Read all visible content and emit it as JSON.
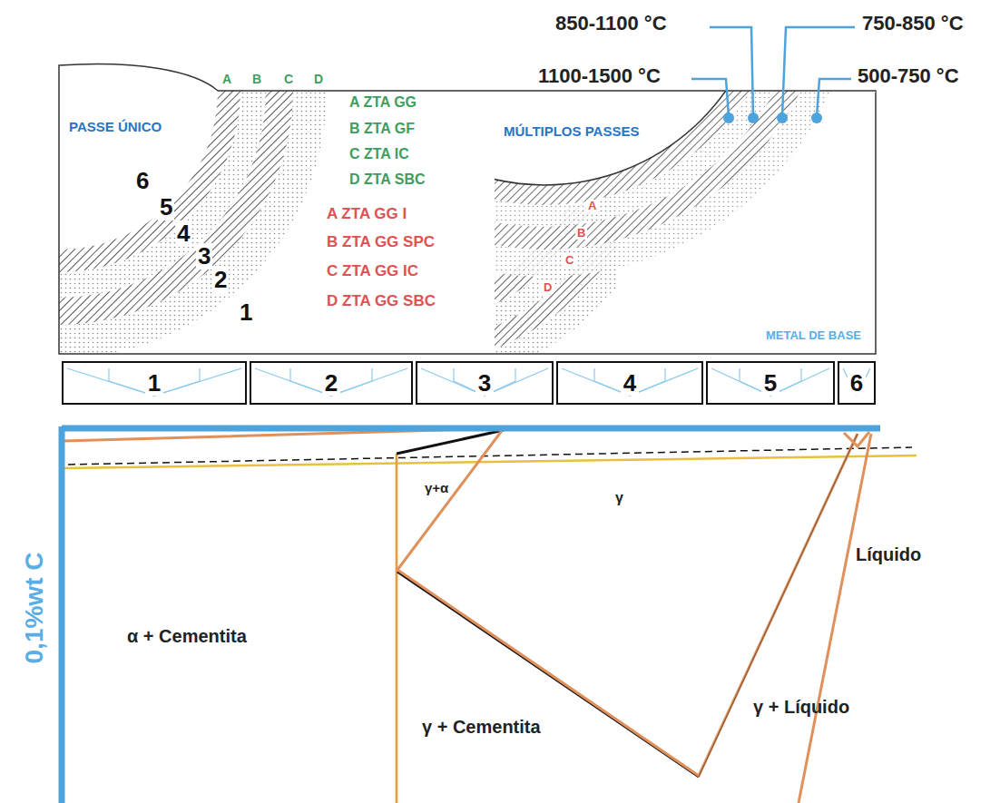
{
  "diagram": {
    "nodes": [
      {
        "text": [
          "1"
        ]
      },
      {
        "text": [
          "2"
        ]
      },
      {
        "text": [
          "3"
        ]
      },
      {
        "text": [
          "4"
        ]
      },
      {
        "text": [
          "5"
        ]
      },
      {
        "text": [
          "6"
        ]
      }
    ],
    "labels": [
      "850-1100 °C",
      "750-850 °C",
      "1100-1500 °C",
      "500-750 °C",
      "A",
      "B",
      "C",
      "D",
      "PASSE ÚNICO",
      "A ZTA GG",
      "B ZTA GF",
      "C ZTA IC",
      "D ZTA SBC",
      "MÚLTIPLOS PASSES",
      "6",
      "5",
      "4",
      "3",
      "2",
      "1",
      "A ZTA GG I",
      "B ZTA GG SPC",
      "C ZTA GG IC",
      "D ZTA GG SBC",
      "A",
      "B",
      "C",
      "D",
      "METAL DE BASE",
      "0,1%wt C",
      "γ+α",
      "γ",
      "Líquido",
      "α + Cementita",
      "γ + Cementita",
      "γ + Líquido"
    ]
  }
}
